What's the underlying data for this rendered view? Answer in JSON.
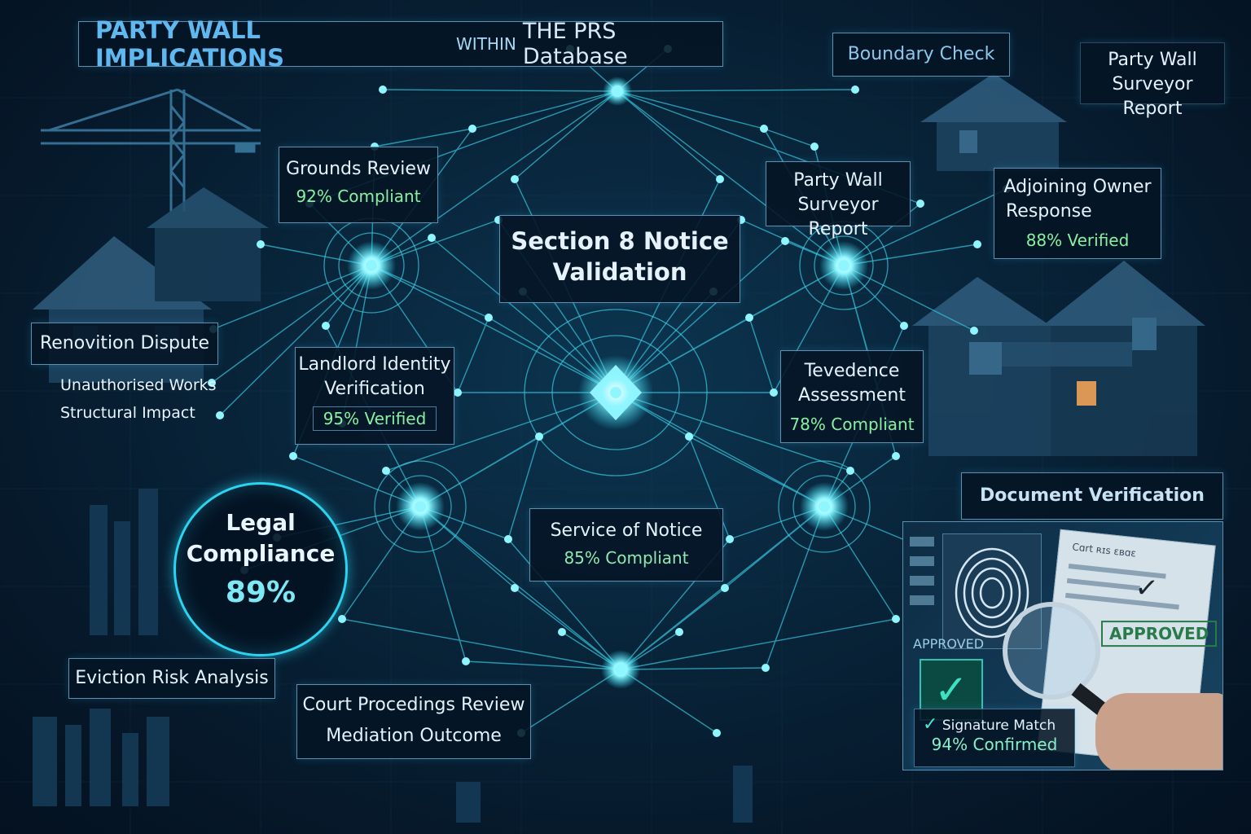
{
  "header": {
    "title_main": "PARTY WALL IMPLICATIONS",
    "title_within": "WITHIN",
    "title_rest": "THE PRS Database"
  },
  "center": {
    "line1": "Section 8 Notice",
    "line2": "Validation"
  },
  "grounds_review": {
    "label": "Grounds Review",
    "value": "92% Compliant"
  },
  "landlord_identity": {
    "line1": "Landlord Identity",
    "line2": "Verification",
    "value": "95% Verified"
  },
  "renovation_dispute": {
    "title": "Renovition Dispute",
    "items": [
      "Unauthorised Works",
      "Structural Impact"
    ]
  },
  "legal_compliance": {
    "line1": "Legal",
    "line2": "Compliance",
    "value": "89%"
  },
  "eviction_risk": {
    "label": "Eviction Risk Analysis"
  },
  "court_proceedings": {
    "line1": "Court Procedings Review",
    "line2": "Mediation Outcome"
  },
  "service_of_notice": {
    "label": "Service of Notice",
    "value": "85% Compliant"
  },
  "party_wall_center": {
    "line1": "Party Wall",
    "line2": "Surveyor Report"
  },
  "party_wall_right": {
    "line1": "Party Wall",
    "line2": "Surveyor Report"
  },
  "boundary_check": {
    "label": "Boundary Check"
  },
  "adjoining_owner": {
    "line1": "Adjoining Owner",
    "line2": "Response",
    "value": "88% Verified"
  },
  "tevedence": {
    "line1": "Tevedence",
    "line2": "Assessment",
    "value": "78% Compliant"
  },
  "document_verification": {
    "title": "Document Verification",
    "approved_label": "APPROVED",
    "stamp": "APPROVED",
    "paper_heading": "Cɑrt ʀɪs ɛʙɑɛ",
    "signature_label": "Signature Match",
    "signature_value": "94% Confirmed"
  },
  "icons": [
    "crane-icon",
    "house-icon",
    "fingerprint-icon",
    "magnifier-icon",
    "check-icon"
  ],
  "colors": {
    "glow": "#2ee6ff",
    "node": "#8ff6ff",
    "green_value": "#88f0a2",
    "panel_border": "#5c8fb0"
  }
}
